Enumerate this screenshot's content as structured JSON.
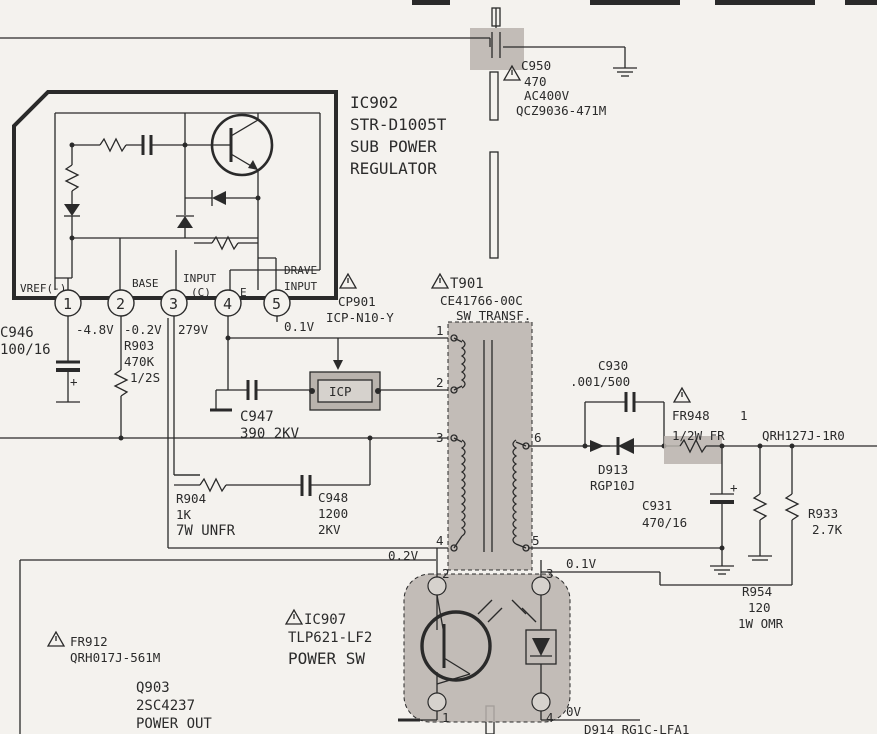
{
  "ic902": {
    "ref": "IC902",
    "part": "STR-D1005T",
    "desc1": "SUB POWER",
    "desc2": "REGULATOR",
    "pins": [
      "1",
      "2",
      "3",
      "4",
      "5"
    ],
    "pin_labels": {
      "vref": "VREF(-)",
      "base": "BASE",
      "input1": "INPUT",
      "input2": "(C)",
      "e": "E",
      "drave1": "DRAVE",
      "drave2": "INPUT"
    }
  },
  "c950": {
    "ref": "C950",
    "value": "470",
    "rating": "AC400V",
    "part": "QCZ9036-471M"
  },
  "c946": {
    "ref": "C946",
    "value": "100/16"
  },
  "voltages": {
    "pin1": "-4.8V",
    "pin2": "-0.2V",
    "pin3": "279V",
    "pin5": "0.1V",
    "t_pin4": "0.2V",
    "ic907_pin3": "0.1V",
    "ic907_pin4": "0V"
  },
  "r903": {
    "ref": "R903",
    "value": "470K",
    "rating": "1/2S"
  },
  "cp901": {
    "ref": "CP901",
    "part": "ICP-N10-Y",
    "body": "ICP"
  },
  "c947": {
    "ref": "C947",
    "value": "390 2KV"
  },
  "t901": {
    "ref": "T901",
    "part": "CE41766-00C",
    "desc": "SW TRANSF.",
    "pins": [
      "1",
      "2",
      "3",
      "4",
      "5",
      "6"
    ]
  },
  "r904": {
    "ref": "R904",
    "value": "1K",
    "rating": "7W UNFR"
  },
  "c948": {
    "ref": "C948",
    "value": "1200",
    "rating": "2KV"
  },
  "c930": {
    "ref": "C930",
    "value": ".001/500"
  },
  "fr948": {
    "ref": "FR948",
    "pin": "1",
    "rating": "1/2W FR",
    "part": "QRH127J-1R0"
  },
  "d913": {
    "ref": "D913",
    "part": "RGP10J"
  },
  "c931": {
    "ref": "C931",
    "value": "470/16"
  },
  "r933": {
    "ref": "R933",
    "value": "2.7K"
  },
  "r954": {
    "ref": "R954",
    "value": "120",
    "rating": "1W OMR"
  },
  "fr912": {
    "ref": "FR912",
    "part": "QRH017J-561M"
  },
  "ic907": {
    "ref": "IC907",
    "part": "TLP621-LF2",
    "desc": "POWER SW",
    "pins": [
      "1",
      "2",
      "3",
      "4"
    ]
  },
  "q903": {
    "ref": "Q903",
    "part": "2SC4237",
    "desc": "POWER OUT"
  },
  "d914": {
    "label": "D914 RG1C-LFA1"
  }
}
